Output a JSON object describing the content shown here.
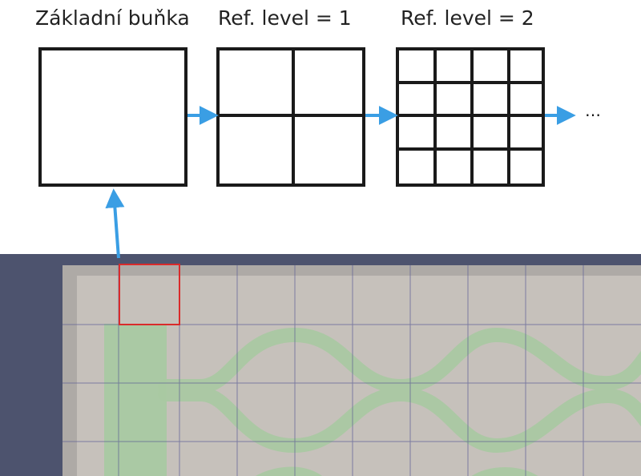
{
  "labels": {
    "base_cell": "Základní buňka",
    "ref_level_1": "Ref. level = 1",
    "ref_level_2": "Ref. level = 2",
    "continuation": "…"
  },
  "colors": {
    "cell_border": "#1a1a1a",
    "arrow": "#3a9ee4",
    "mesh_background": "#4d536e",
    "domain_outer": "#aeaaa6",
    "domain_inner": "#c6c1bb",
    "mesh_grid": "#5d5f95",
    "channel_fill": "#a9c9a2",
    "channel_fill_dark": "#9ec199",
    "highlight_box": "#d92b2b"
  }
}
